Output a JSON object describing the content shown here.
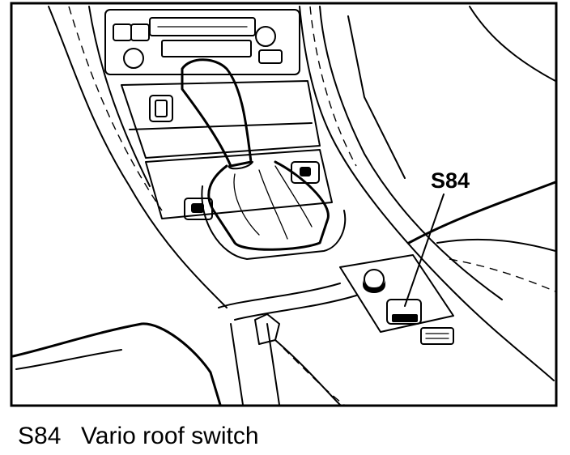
{
  "callout": {
    "code": "S84"
  },
  "caption": {
    "code": "S84",
    "text": "Vario roof switch"
  },
  "colors": {
    "ink": "#000000",
    "paper": "#ffffff"
  }
}
